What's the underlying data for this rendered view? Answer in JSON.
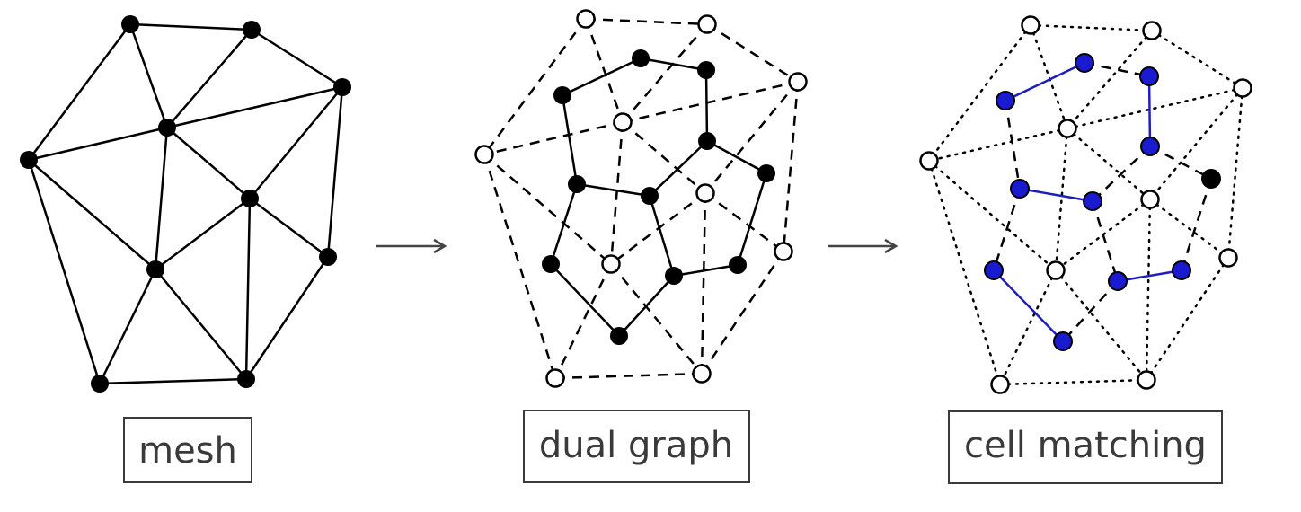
{
  "panels": [
    {
      "id": "mesh",
      "label": "mesh"
    },
    {
      "id": "dual",
      "label": "dual graph"
    },
    {
      "id": "cell",
      "label": "cell matching"
    }
  ],
  "colors": {
    "edge": "#000000",
    "node_fill": "#000000",
    "open_node_fill": "#ffffff",
    "matched_node_fill": "#1a1ad0",
    "matching_edge": "#1e1ebf",
    "arrow": "#444444",
    "label_text": "#3a3a3a",
    "label_border": "#3a3a3a"
  }
}
